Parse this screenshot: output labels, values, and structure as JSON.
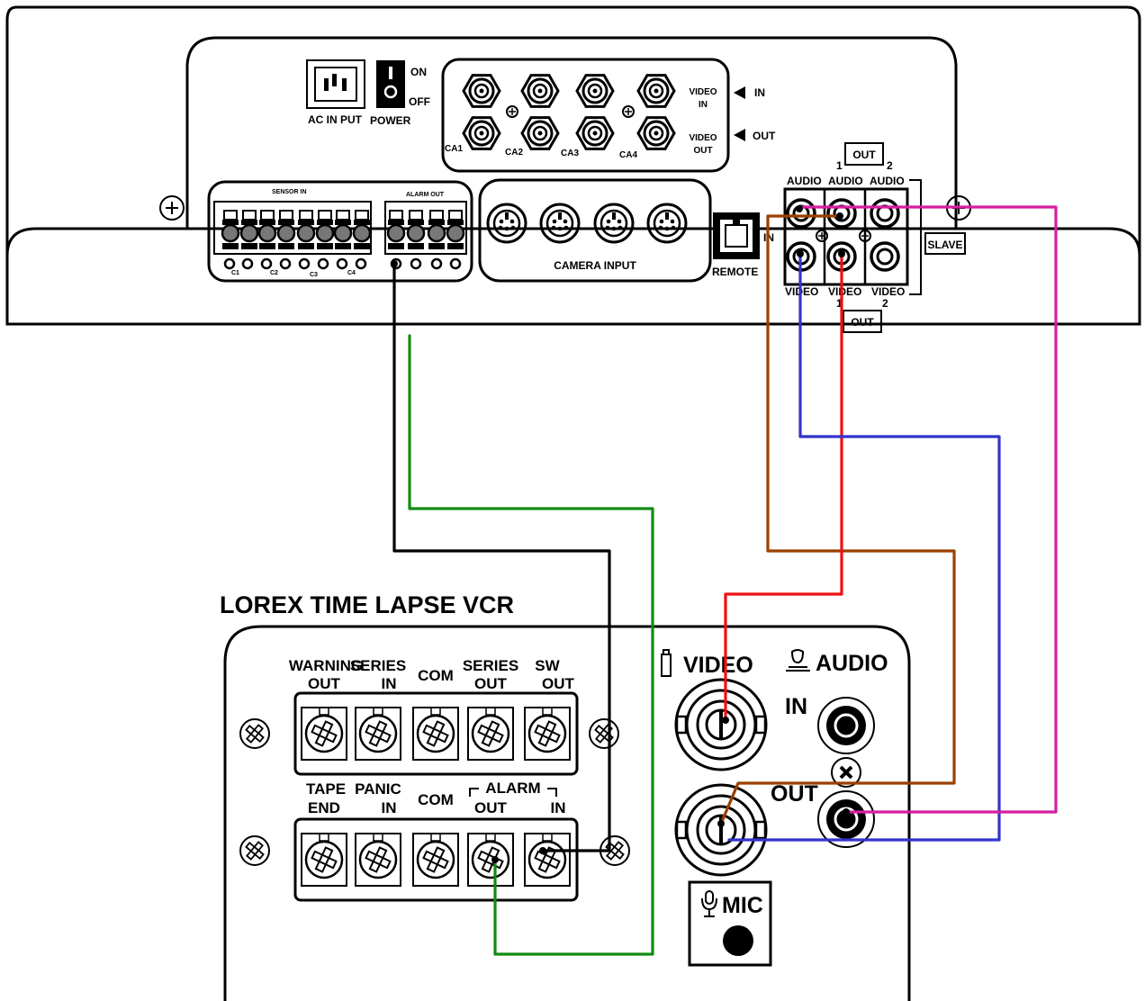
{
  "dvr": {
    "power": {
      "on": "ON",
      "off": "OFF",
      "label": "POWER"
    },
    "ac_input": "AC IN PUT",
    "video_panel": {
      "in_label": "VIDEO IN",
      "out_label": "VIDEO OUT",
      "arrow_in": "IN",
      "arrow_out": "OUT",
      "channels": [
        "CA1",
        "CA2",
        "CA3",
        "CA4"
      ]
    },
    "sensor_block": {
      "title": "SENSOR IN",
      "alarm_title": "ALARM OUT",
      "commons": [
        "C1",
        "C2",
        "C3",
        "C4"
      ]
    },
    "camera_input": "CAMERA INPUT",
    "remote": {
      "label": "REMOTE",
      "in": "IN"
    },
    "av_panel": {
      "out_top": "OUT",
      "num1": "1",
      "num2": "2",
      "audio": "AUDIO",
      "audio1": "AUDIO",
      "audio2": "AUDIO",
      "video": "VIDEO",
      "video1": "VIDEO",
      "video2": "VIDEO",
      "out_bottom": "OUT",
      "slave": "SLAVE"
    }
  },
  "vcr": {
    "title": "LOREX TIME LAPSE VCR",
    "top_terminals": [
      {
        "line1": "WARNING",
        "line2": "OUT"
      },
      {
        "line1": "SERIES",
        "line2": "IN"
      },
      {
        "line1": "",
        "line2": "COM"
      },
      {
        "line1": "SERIES",
        "line2": "OUT"
      },
      {
        "line1": "SW",
        "line2": "OUT"
      }
    ],
    "bottom_terminals": [
      {
        "line1": "TAPE",
        "line2": "END"
      },
      {
        "line1": "PANIC",
        "line2": "IN"
      },
      {
        "line1": "",
        "line2": "COM"
      },
      {
        "line1": "",
        "line2": "OUT"
      },
      {
        "line1": "",
        "line2": "IN"
      }
    ],
    "alarm_group": "ALARM",
    "video": "VIDEO",
    "audio": "AUDIO",
    "in": "IN",
    "out": "OUT",
    "mic": "MIC"
  },
  "wire_colors": {
    "black": "#000000",
    "green": "#118c11",
    "brown": "#9b4000",
    "red": "#ee1111",
    "blue": "#3333cc",
    "magenta": "#d61ea0"
  }
}
